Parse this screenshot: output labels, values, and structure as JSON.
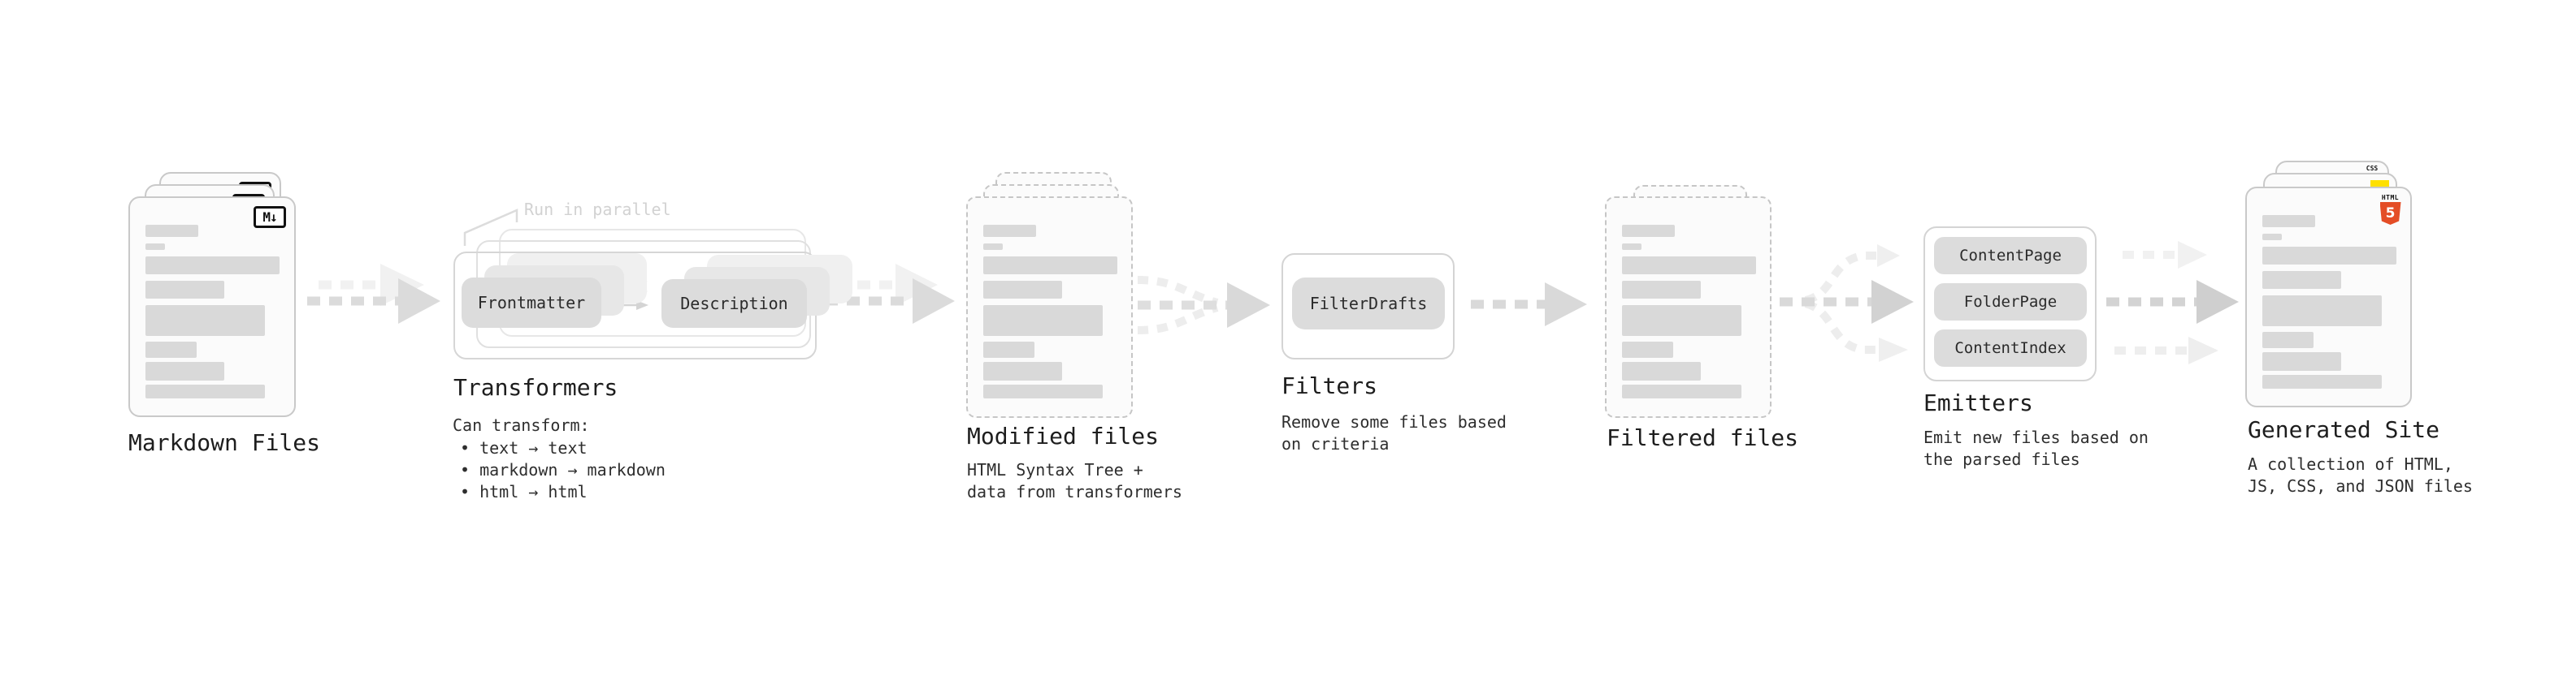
{
  "colors": {
    "background": "#ffffff",
    "bar_gray": "#d9d9d9",
    "chip_gray": "#dcdcdc",
    "arrow_gray": "#dbdbdb",
    "arrow_light": "#f1f1f1",
    "annotation_gray": "#d2d2d2",
    "text_dark": "#1d1d1d",
    "html5_orange": "#e44d26",
    "js_yellow": "#ffe000",
    "css_blue": "#2965f1"
  },
  "stages": {
    "markdown": {
      "title": "Markdown Files",
      "badge": "M↓"
    },
    "transformers": {
      "title": "Transformers",
      "annotation": "Run in parallel",
      "chip_left": "Frontmatter",
      "chip_right": "Description",
      "note": "Can transform:",
      "bullets": [
        "• text → text",
        "• markdown → markdown",
        "• html → html"
      ]
    },
    "modified": {
      "title": "Modified files",
      "desc": [
        "HTML Syntax Tree +",
        "data from transformers"
      ]
    },
    "filters": {
      "title": "Filters",
      "chip": "FilterDrafts",
      "desc": [
        "Remove some files based",
        "on criteria"
      ]
    },
    "filtered": {
      "title": "Filtered files"
    },
    "emitters": {
      "title": "Emitters",
      "chips": [
        "ContentPage",
        "FolderPage",
        "ContentIndex"
      ],
      "desc": [
        "Emit new files based on",
        "the parsed files"
      ]
    },
    "generated": {
      "title": "Generated Site",
      "badge_css": "CSS",
      "badge_html": "HTML",
      "badge_five": "5",
      "desc": [
        "A collection of HTML,",
        "JS, CSS, and JSON files"
      ]
    }
  }
}
